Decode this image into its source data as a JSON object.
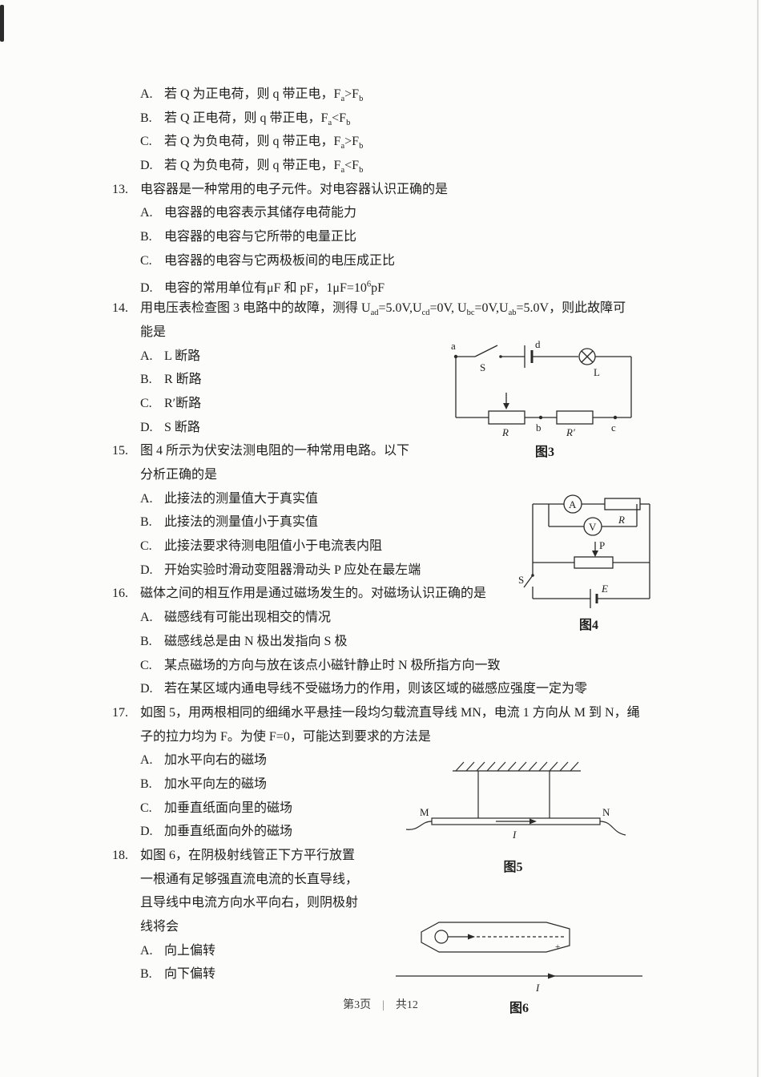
{
  "q12": {
    "options": [
      {
        "label": "A.",
        "text": "若 Q 为正电荷，则 q 带正电，F_{a}>F_{b}"
      },
      {
        "label": "B.",
        "text": "若 Q 正电荷，则 q 带正电，F_{a}<F_{b}"
      },
      {
        "label": "C.",
        "text": "若 Q 为负电荷，则 q 带正电，F_{a}>F_{b}"
      },
      {
        "label": "D.",
        "text": "若 Q 为负电荷，则 q 带正电，F_{a}<F_{b}"
      }
    ]
  },
  "q13": {
    "number": "13.",
    "stem": "电容器是一种常用的电子元件。对电容器认识正确的是",
    "options": [
      {
        "label": "A.",
        "text": "电容器的电容表示其储存电荷能力"
      },
      {
        "label": "B.",
        "text": "电容器的电容与它所带的电量正比"
      },
      {
        "label": "C.",
        "text": "电容器的电容与它两极板间的电压成正比"
      },
      {
        "label": "D.",
        "text": "电容的常用单位有μF 和 pF，1μF=10^{6}pF"
      }
    ]
  },
  "q14": {
    "number": "14.",
    "stem_line1": "用电压表检查图 3 电路中的故障，测得 U_{ad}=5.0V,U_{cd}=0V, U_{bc}=0V,U_{ab}=5.0V，则此故障可",
    "stem_line2": "能是",
    "options": [
      {
        "label": "A.",
        "text": "L 断路"
      },
      {
        "label": "B.",
        "text": "R 断路"
      },
      {
        "label": "C.",
        "text": "R′断路"
      },
      {
        "label": "D.",
        "text": "S 断路"
      }
    ],
    "figure": {
      "caption": "图3",
      "labels": {
        "a": "a",
        "s": "S",
        "d": "d",
        "lamp": "L",
        "r": "R",
        "rprime": "R′",
        "b": "b",
        "c": "c"
      }
    }
  },
  "q15": {
    "number": "15.",
    "stem_line1": "图 4 所示为伏安法测电阻的一种常用电路。以下",
    "stem_line2": "分析正确的是",
    "options": [
      {
        "label": "A.",
        "text": "此接法的测量值大于真实值"
      },
      {
        "label": "B.",
        "text": "此接法的测量值小于真实值"
      },
      {
        "label": "C.",
        "text": "此接法要求待测电阻值小于电流表内阻"
      },
      {
        "label": "D.",
        "text": "开始实验时滑动变阻器滑动头 P 应处在最左端"
      }
    ],
    "figure": {
      "caption": "图4",
      "labels": {
        "ammeter": "A",
        "voltmeter": "V",
        "r": "R",
        "p": "P",
        "s": "S",
        "e": "E"
      }
    }
  },
  "q16": {
    "number": "16.",
    "stem": "磁体之间的相互作用是通过磁场发生的。对磁场认识正确的是",
    "options": [
      {
        "label": "A.",
        "text": "磁感线有可能出现相交的情况"
      },
      {
        "label": "B.",
        "text": "磁感线总是由 N 极出发指向 S 极"
      },
      {
        "label": "C.",
        "text": "某点磁场的方向与放在该点小磁针静止时 N 极所指方向一致"
      },
      {
        "label": "D.",
        "text": "若在某区域内通电导线不受磁场力的作用，则该区域的磁感应强度一定为零"
      }
    ]
  },
  "q17": {
    "number": "17.",
    "stem_line1": "如图 5，用两根相同的细绳水平悬挂一段均匀载流直导线 MN，电流 1 方向从 M 到 N，绳",
    "stem_line2": "子的拉力均为 F。为使 F=0，可能达到要求的方法是",
    "options": [
      {
        "label": "A.",
        "text": "加水平向右的磁场"
      },
      {
        "label": "B.",
        "text": "加水平向左的磁场"
      },
      {
        "label": "C.",
        "text": "加垂直纸面向里的磁场"
      },
      {
        "label": "D.",
        "text": "加垂直纸面向外的磁场"
      }
    ],
    "figure": {
      "caption": "图5",
      "labels": {
        "m": "M",
        "n": "N",
        "i": "I"
      }
    }
  },
  "q18": {
    "number": "18.",
    "stem_line1": "如图 6，在阴极射线管正下方平行放置",
    "stem_line2": "一根通有足够强直流电流的长直导线，",
    "stem_line3": "且导线中电流方向水平向右，则阴极射",
    "stem_line4": "线将会",
    "options": [
      {
        "label": "A.",
        "text": "向上偏转"
      },
      {
        "label": "B.",
        "text": "向下偏转"
      }
    ],
    "figure": {
      "caption": "图6",
      "labels": {
        "i": "I",
        "plus": "+"
      }
    }
  },
  "footer": {
    "page": "第3页",
    "sep": "|",
    "total": "共12"
  }
}
